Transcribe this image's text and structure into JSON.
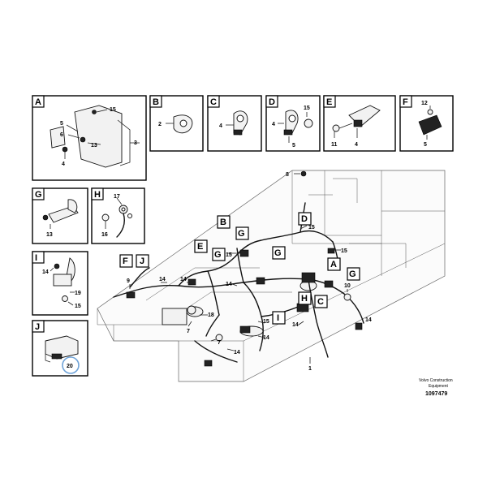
{
  "detail_boxes": [
    {
      "id": "A",
      "callouts": [
        "15",
        "5",
        "6",
        "13",
        "3",
        "4"
      ]
    },
    {
      "id": "B",
      "callouts": [
        "2"
      ]
    },
    {
      "id": "C",
      "callouts": [
        "4"
      ]
    },
    {
      "id": "D",
      "callouts": [
        "15",
        "4",
        "5"
      ]
    },
    {
      "id": "E",
      "callouts": [
        "11",
        "4"
      ]
    },
    {
      "id": "F",
      "callouts": [
        "12",
        "5"
      ]
    },
    {
      "id": "G",
      "callouts": [
        "13"
      ]
    },
    {
      "id": "H",
      "callouts": [
        "17",
        "16"
      ]
    },
    {
      "id": "I",
      "callouts": [
        "14",
        "19",
        "15"
      ]
    },
    {
      "id": "J",
      "callouts": [
        "20"
      ]
    }
  ],
  "main_labels": [
    "D",
    "B",
    "G",
    "E",
    "G",
    "G",
    "F",
    "J",
    "A",
    "G",
    "H",
    "I",
    "C"
  ],
  "main_callouts": [
    "8",
    "15",
    "15",
    "15",
    "9",
    "14",
    "14",
    "14",
    "10",
    "18",
    "7",
    "7",
    "15",
    "14",
    "14",
    "14",
    "14",
    "1"
  ],
  "footer": {
    "line1": "Volvo Construction",
    "line2": "Equipment",
    "code": "1097479"
  },
  "colors": {
    "line": "#000000",
    "background": "#ffffff",
    "highlight_circle": "#6fa3d8"
  }
}
